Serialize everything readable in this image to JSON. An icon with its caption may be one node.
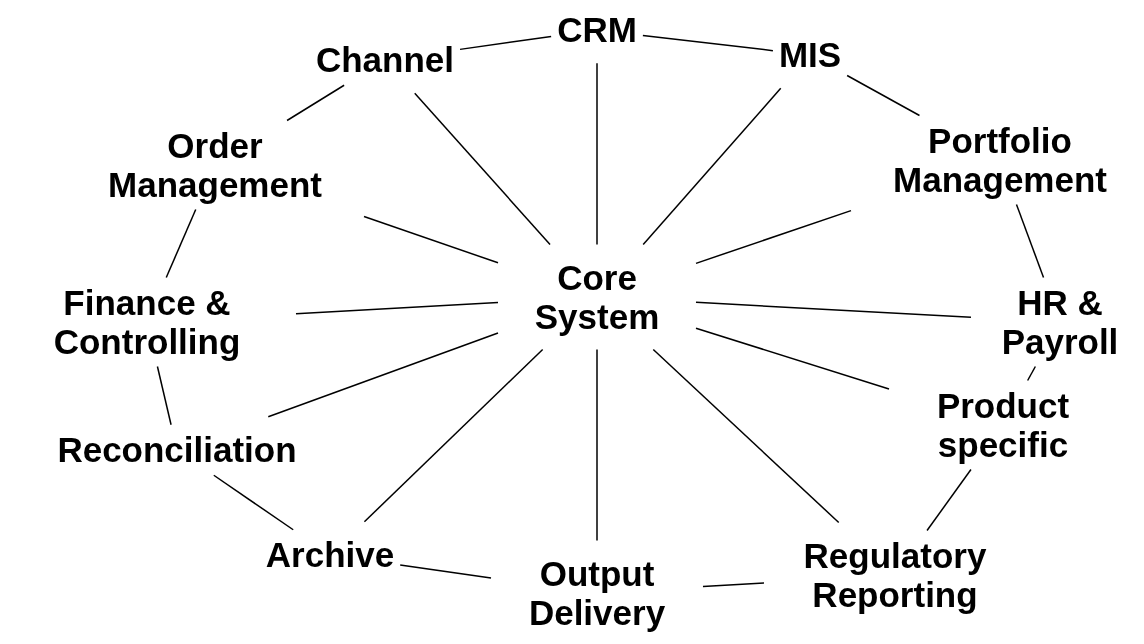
{
  "diagram": {
    "nodes": [
      {
        "text": [
          "Core System"
        ]
      },
      {
        "text": [
          "CRM"
        ]
      },
      {
        "text": [
          "MIS"
        ]
      },
      {
        "text": [
          "Portfolio Management"
        ]
      },
      {
        "text": [
          "HR & Payroll"
        ]
      },
      {
        "text": [
          "Product specific"
        ]
      },
      {
        "text": [
          "Regulatory Reporting"
        ]
      },
      {
        "text": [
          "Output Delivery"
        ]
      },
      {
        "text": [
          "Archive"
        ]
      },
      {
        "text": [
          "Reconciliation"
        ]
      },
      {
        "text": [
          "Finance & Controlling"
        ]
      },
      {
        "text": [
          "Order Management"
        ]
      },
      {
        "text": [
          "Channel"
        ]
      }
    ],
    "edges": [
      {
        "from": 0,
        "to": 1,
        "arrow": "none"
      },
      {
        "from": 0,
        "to": 2,
        "arrow": "none"
      },
      {
        "from": 0,
        "to": 3,
        "arrow": "none"
      },
      {
        "from": 0,
        "to": 4,
        "arrow": "none"
      },
      {
        "from": 0,
        "to": 5,
        "arrow": "none"
      },
      {
        "from": 0,
        "to": 6,
        "arrow": "none"
      },
      {
        "from": 0,
        "to": 7,
        "arrow": "none"
      },
      {
        "from": 0,
        "to": 8,
        "arrow": "none"
      },
      {
        "from": 0,
        "to": 9,
        "arrow": "none"
      },
      {
        "from": 0,
        "to": 10,
        "arrow": "none"
      },
      {
        "from": 0,
        "to": 11,
        "arrow": "none"
      },
      {
        "from": 0,
        "to": 12,
        "arrow": "none"
      },
      {
        "from": 1,
        "to": 2,
        "arrow": "none"
      },
      {
        "from": 2,
        "to": 3,
        "arrow": "none"
      },
      {
        "from": 3,
        "to": 4,
        "arrow": "none"
      },
      {
        "from": 4,
        "to": 5,
        "arrow": "none"
      },
      {
        "from": 5,
        "to": 6,
        "arrow": "none"
      },
      {
        "from": 6,
        "to": 7,
        "arrow": "none"
      },
      {
        "from": 7,
        "to": 8,
        "arrow": "none"
      },
      {
        "from": 8,
        "to": 9,
        "arrow": "none"
      },
      {
        "from": 9,
        "to": 10,
        "arrow": "none"
      },
      {
        "from": 10,
        "to": 11,
        "arrow": "none"
      },
      {
        "from": 11,
        "to": 12,
        "arrow": "none"
      },
      {
        "from": 12,
        "to": 1,
        "arrow": "none"
      }
    ]
  }
}
